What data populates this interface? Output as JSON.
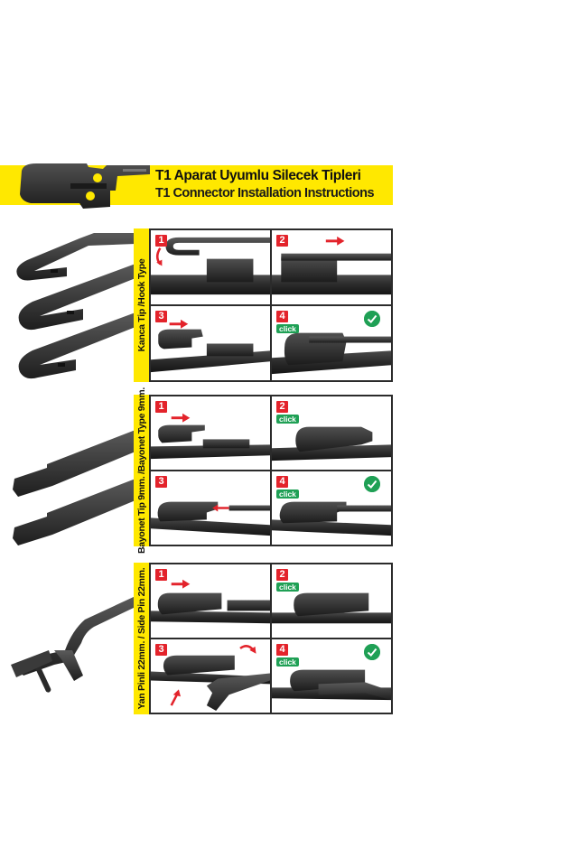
{
  "banner": {
    "title": "T1 Aparat Uyumlu Silecek Tipleri",
    "subtitle": "T1 Connector Installation Instructions",
    "background_color": "#FFE800",
    "image": "t1-connector-image"
  },
  "colors": {
    "accent_yellow": "#FFE800",
    "step_red": "#E3232B",
    "click_green": "#1FA055",
    "border_dark": "#2b2b2b"
  },
  "sections": [
    {
      "label": "Kanca Tip /Hook Type",
      "arm_image": "hook-type-wiper-arms",
      "steps": [
        {
          "number": "1",
          "click": null,
          "check": false,
          "arrow": "rotate-down-left"
        },
        {
          "number": "2",
          "click": null,
          "check": false,
          "arrow": "right"
        },
        {
          "number": "3",
          "click": null,
          "check": false,
          "arrow": "right"
        },
        {
          "number": "4",
          "click": "click",
          "check": true,
          "arrow": null
        }
      ]
    },
    {
      "label": "Bayonet Tip 9mm. /Bayonet Type 9mm.",
      "arm_image": "bayonet-type-wiper-arms",
      "steps": [
        {
          "number": "1",
          "click": null,
          "check": false,
          "arrow": "right"
        },
        {
          "number": "2",
          "click": "click",
          "check": false,
          "arrow": null
        },
        {
          "number": "3",
          "click": null,
          "check": false,
          "arrow": "left"
        },
        {
          "number": "4",
          "click": "click",
          "check": true,
          "arrow": null
        }
      ]
    },
    {
      "label": "Yan Pinli 22mm. / Side Pin 22mm.",
      "arm_image": "side-pin-wiper-arm",
      "steps": [
        {
          "number": "1",
          "click": null,
          "check": false,
          "arrow": "right"
        },
        {
          "number": "2",
          "click": "click",
          "check": false,
          "arrow": null
        },
        {
          "number": "3",
          "click": null,
          "check": false,
          "arrow": "curve-right-and-up"
        },
        {
          "number": "4",
          "click": "click",
          "check": true,
          "arrow": null
        }
      ]
    }
  ]
}
